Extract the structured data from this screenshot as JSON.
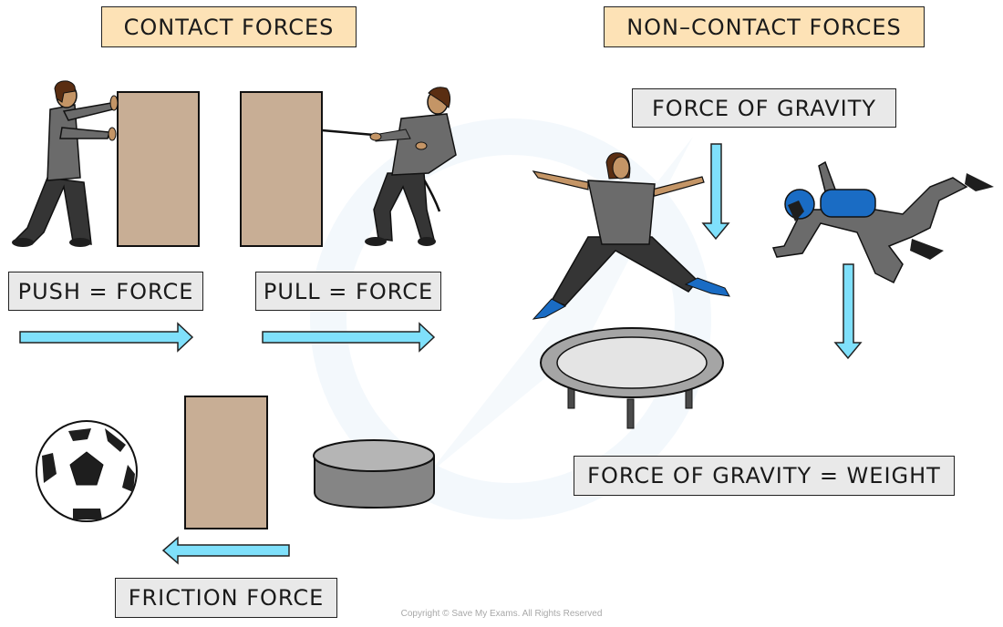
{
  "headings": {
    "contact": "CONTACT FORCES",
    "non_contact": "NON–CONTACT FORCES"
  },
  "labels": {
    "push": "PUSH = FORCE",
    "pull": "PULL = FORCE",
    "friction": "FRICTION FORCE",
    "gravity": "FORCE OF GRAVITY",
    "gravity_weight": "FORCE OF GRAVITY = WEIGHT"
  },
  "arrows": [
    {
      "id": "push-arrow",
      "direction": "right"
    },
    {
      "id": "pull-arrow",
      "direction": "right"
    },
    {
      "id": "friction-arrow",
      "direction": "left"
    },
    {
      "id": "gravity-arrow-jumper",
      "direction": "down"
    },
    {
      "id": "gravity-arrow-skydiver",
      "direction": "down"
    }
  ],
  "illustrations": [
    "person-pushing-box",
    "person-pulling-box-with-rope",
    "football",
    "box",
    "hockey-puck",
    "woman-jumping-on-trampoline",
    "trampoline",
    "skydiver"
  ],
  "colors": {
    "heading_bg": "#fde2b6",
    "label_bg": "#e9e9e9",
    "arrow": "#7fe0fb",
    "box": "#c8ae95",
    "clothing_grey": "#6b6b6b",
    "trousers": "#353535",
    "skin": "#c49566",
    "hair": "#5a2e12",
    "blue_accent": "#1a6cc4"
  },
  "footer": {
    "copyright": "Copyright © Save My Exams. All Rights Reserved"
  }
}
